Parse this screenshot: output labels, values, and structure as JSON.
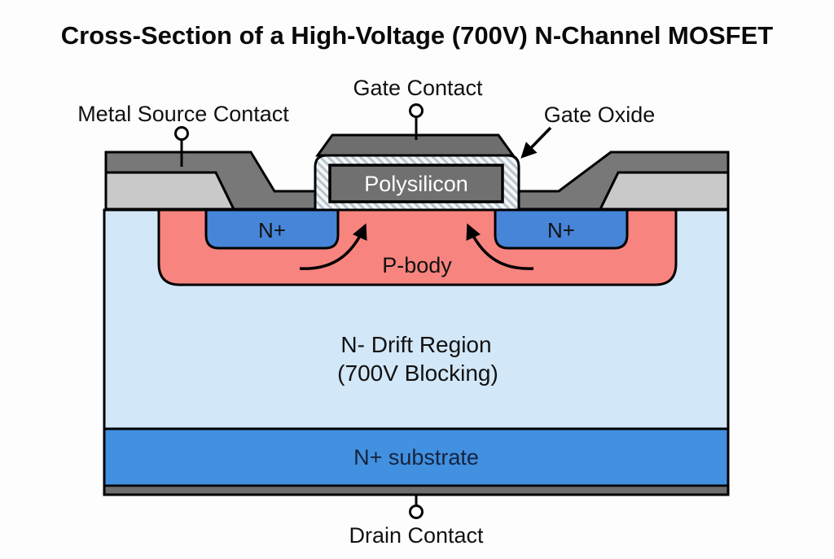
{
  "title": "Cross-Section of a High-Voltage (700V) N-Channel MOSFET",
  "diagram": {
    "contacts": {
      "gate": "Gate Contact",
      "source": "Metal Source Contact",
      "drain": "Drain Contact"
    },
    "regions": {
      "gate_oxide": "Gate Oxide",
      "polysilicon": "Polysilicon",
      "n_plus_left": "N+",
      "n_plus_right": "N+",
      "p_body": "P-body",
      "drift_line1": "N- Drift Region",
      "drift_line2": "(700V Blocking)",
      "substrate": "N+ substrate"
    },
    "colors": {
      "metal_dark": "#787878",
      "ild_light_gray": "#c9c9c9",
      "gate_cap": "#6e6e6e",
      "polysilicon": "#707070",
      "n_plus": "#4685d8",
      "p_body": "#f8847f",
      "n_drift": "#d2e7f8",
      "substrate": "#4290e0",
      "drain_metal": "#6e6e6e",
      "hatch_bg": "#f4f7f9",
      "hatch_stripe": "#b9c4cc",
      "label_text": "#111111",
      "poly_text": "#ffffff",
      "substrate_text": "#16233f"
    }
  }
}
